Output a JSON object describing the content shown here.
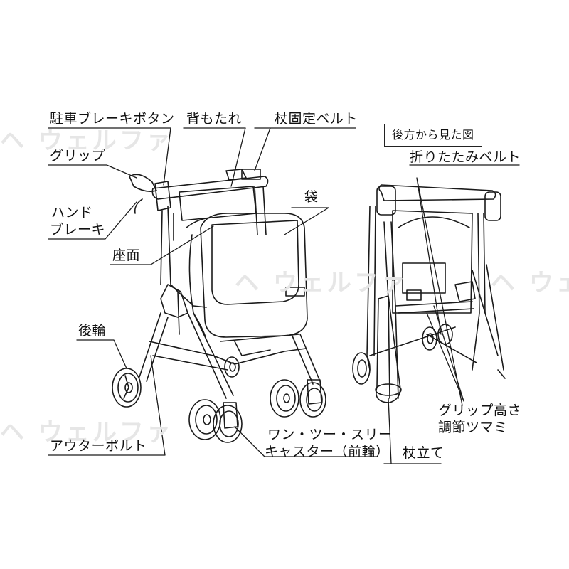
{
  "labels": {
    "parking_brake_button": "駐車ブレーキボタン",
    "backrest": "背もたれ",
    "cane_belt": "杖固定ベルト",
    "grip": "グリップ",
    "hand_brake_line1": "ハンド",
    "hand_brake_line2": "ブレーキ",
    "seat": "座面",
    "bag": "袋",
    "rear_wheel": "後輪",
    "outer_bolt": "アウターボルト",
    "caster_line1": "ワン・ツー・スリー",
    "caster_line2": "キャスター（前輪）",
    "rear_view": "後方から見た図",
    "folding_belt": "折りたたみベルト",
    "grip_height_line1": "グリップ高さ",
    "grip_height_line2": "調節ツマミ",
    "cane_stand": "杖立て"
  },
  "colors": {
    "line": "#1a1a1a",
    "watermark": "#e6e6e6"
  }
}
